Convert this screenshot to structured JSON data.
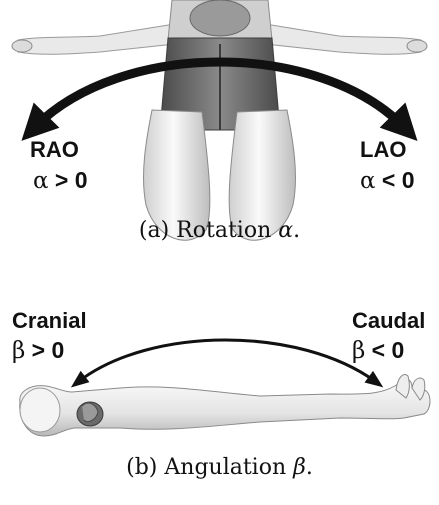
{
  "panel_a": {
    "left_label": "RAO",
    "left_cond_symbol": "α",
    "left_cond_rest": " > 0",
    "right_label": "LAO",
    "right_cond_symbol": "α",
    "right_cond_rest": " < 0",
    "caption_prefix": "(a) Rotation ",
    "caption_symbol": "α",
    "caption_suffix": "."
  },
  "panel_b": {
    "left_label": "Cranial",
    "left_cond_symbol": "β",
    "left_cond_rest": " > 0",
    "right_label": "Caudal",
    "right_cond_symbol": "β",
    "right_cond_rest": " < 0",
    "caption_prefix": "(b) Angulation ",
    "caption_symbol": "β",
    "caption_suffix": "."
  },
  "colors": {
    "skin_light": "#f2f2f2",
    "skin_shade": "#bdbdbd",
    "clothing": "#6e6e6e",
    "arrow": "#111111"
  }
}
